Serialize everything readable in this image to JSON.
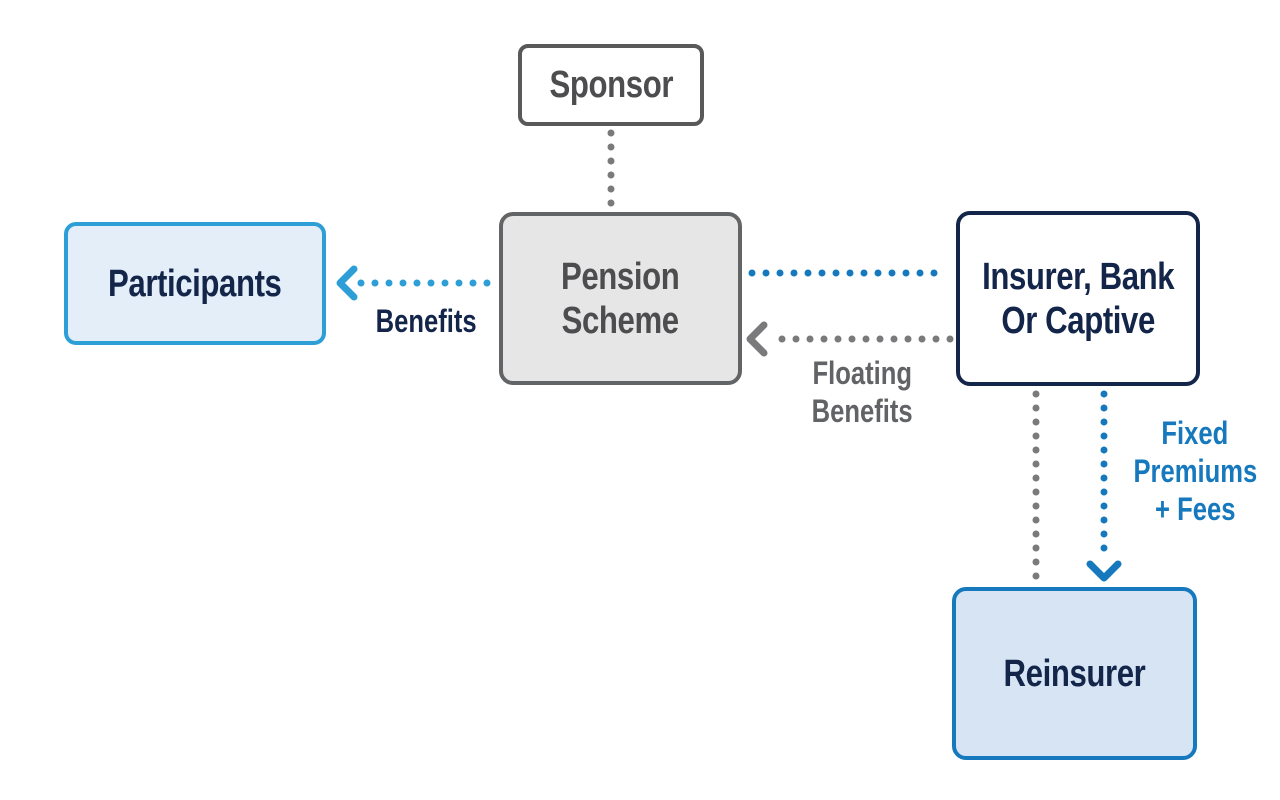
{
  "nodes": {
    "sponsor": "Sponsor",
    "pension_scheme": [
      "Pension",
      "Scheme"
    ],
    "participants": "Participants",
    "insurer": [
      "Insurer, Bank",
      "Or Captive"
    ],
    "reinsurer": "Reinsurer"
  },
  "edges": {
    "benefits": "Benefits",
    "floating_benefits": [
      "Floating",
      "Benefits"
    ],
    "fixed_premiums": [
      "Fixed",
      "Premiums",
      "+ Fees"
    ]
  },
  "colors": {
    "navy": "#14254a",
    "grey": "#636466",
    "light_blue": "#2e9fd6",
    "mid_blue": "#1779bd",
    "pension_fill": "#e6e6e7",
    "participants_fill": "#e3eef8",
    "reinsurer_fill": "#d7e4f4"
  }
}
